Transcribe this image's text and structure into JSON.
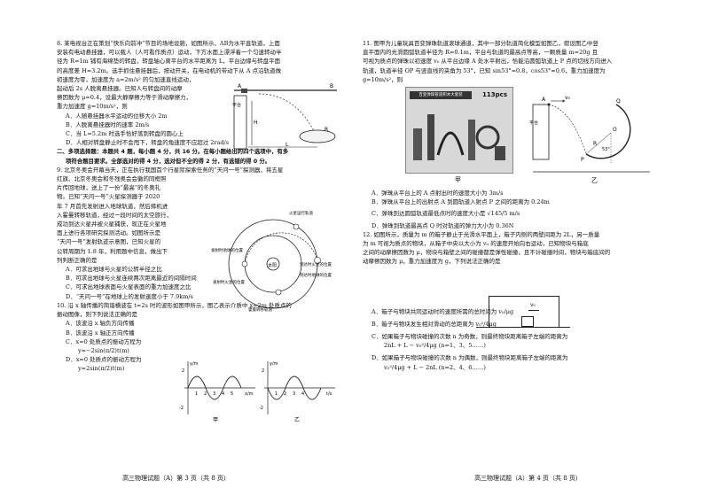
{
  "left": {
    "q8": {
      "num": "8.",
      "lines": [
        "某电视台正在策划“快乐向前冲”节目的场地设施，如图所示，AB为水平直轨道，上面",
        "安装有电动悬挂器，可以载人（人可看作质点）运动，下方水面上漂浮着一个匀速转动半",
        "径为 R=1m 铺有海绵垫的转盘，转盘轴心离平台的水平距离为 L，平台边缘与转盘平面",
        "的高度差 H=3.2m。选手抓住悬挂器后，按动开关，在电动机的带动下从 A 点沿轨道做",
        "初速度为零，加速度为 a=2m/s² 的匀加速直线运动，",
        "起动后 2s 人脱离悬挂器。已知人与转盘间的动摩",
        "擦因数为 μ=0.4，设最大静摩擦力等于滑动摩擦力，",
        "重力加速度 g=10m/s²，则"
      ],
      "options": [
        "A．人随悬挂器水平运动的位移大小 2m",
        "B．人脱离悬挂器时的速率 2m/s",
        "C．当 L=5.2m 时选手恰好落到转盘的圆心上",
        "D．人相对转盘静止时不会甩下，转盘的角速度不应超过 2rad/s"
      ],
      "fig_labels": {
        "a": "A",
        "b": "B",
        "h": "H",
        "r": "R",
        "l": "L",
        "plat": "平台"
      }
    },
    "section2": [
      "二、多项选择题：本题共 4 题，每小题 4 分，共 16 分。在每小题给出的四个选项中，有多",
      "项符合题目要求。全部选对的得 4 分，选对但不全的得 2 分，有选错的得 0 分。"
    ],
    "q9": {
      "num": "9.",
      "lines": [
        "北京冬奥会开幕当天，正在执行我国首个行星际探索任务的“天问一号”探测器，将五星",
        "红旗、北京冬奥会和冬残奥会会徽的同框照",
        "片传回地球，送上了一份“最高”的冬奥礼",
        "物。已知“天问一号”火星探测器于 2020",
        "年 7 月首先发射进入地球轨道，然后择机进",
        "入霍曼转移轨道，经过一段时间的太空旅行，",
        "成功到达火星并被火星捕获，现正在火星地",
        "面上进行各项研究探测活动。如图所示是",
        "“天问一号”发射轨迹示意图，已知火星的",
        "公转周期为 1.8 年，利用题中信息，做出下",
        "列判断正确的是"
      ],
      "options": [
        "A．可求出地球与火星的公转半径之比",
        "B．可求出地球与火星连续两次距离最近的间隔时间",
        "C．可求出地球表面与火星表面的重力加速度之比",
        "D．“天问一号”在地球上的发射速度小于 7.9km/s"
      ],
      "fig_labels": {
        "mars_orbit": "火星运行轨道",
        "hohmann": "霍曼转移轨道",
        "sun": "太阳",
        "mars_arrive": "到达时火星的位置",
        "earth_launch": "发射时地球的位置",
        "mars_launch": "发射时火星的位置",
        "earth_arrive": "到达时地球的位置"
      }
    },
    "q10": {
      "num": "10.",
      "lines": [
        "沿 x 轴传播的简谐横波在 t=2s 时的波形如图甲所示，图乙表示介质中 x=2m 处质点的",
        "振动图像，则下列说法正确的是"
      ],
      "options": [
        "A．该波沿 x 轴负方向传播",
        "B．该波沿 x 轴正方向传播",
        "C．x=0 处质点的振动方程为",
        "y=−2sin(π/2)t(m)",
        "D．x=0 处质点的振动方程为",
        "y=2sin(π/2)t(m)"
      ],
      "graph_a": {
        "ylabel": "y/m",
        "xlabel": "x/m",
        "amp": "2",
        "neg": "-2",
        "ticks": [
          "1",
          "2",
          "3",
          "4",
          "5"
        ],
        "caption": "甲"
      },
      "graph_b": {
        "ylabel": "y/m",
        "xlabel": "t/s",
        "amp": "2",
        "neg": "-2",
        "ticks": [
          "1",
          "2",
          "3",
          "4"
        ],
        "caption": "乙"
      }
    },
    "footer": "高三物理试题（A）第 3 页（共 8 页）"
  },
  "right": {
    "q11": {
      "num": "11.",
      "lines": [
        "图甲为儿童玩具百变弹珠轨道滚球通道，其中一部分轨道简化模型如图乙，假设图乙中竖",
        "直平面内的光滑圆弧轨道半径为 R=0.1m，平台与轨道的最高点等高，一颗质量 m=20g 且",
        "可视为质点的弹珠以初速度 v₀ 从平台边缘 A 处水平射出，恰能沿圆弧轨道上 P 点的切线方向进入",
        "轨道，轨道半径 OP 与竖直线的夹角为 53°，已知 sin53°=0.8，cos53°=0.6，重力加速度为",
        "g=10m/s²，则"
      ],
      "options": [
        "A．弹珠从平台上的 A 点射出时的速度大小为 3m/s",
        "B．弹珠从平台上的出射点 A 到圆轨道入射点 P 之间的距离为 0.24m",
        "C．弹珠到达圆弧轨道最低点时的速度大小是 √145/5 m/s",
        "D．弹珠到轨道最高点 Q 时对轨道的弹力大小为 0.36N"
      ],
      "photo_caption": "甲",
      "diag_caption": "乙",
      "photo_title": "百变弹珠管道积木大套装",
      "photo_badge": "113pcs",
      "diag_labels": {
        "a": "A",
        "v0": "v₀",
        "plat": "平台",
        "q": "Q",
        "o": "O",
        "r": "R",
        "p": "P",
        "ang": "53°"
      }
    },
    "q12": {
      "num": "12.",
      "lines": [
        "如图所示，质量为 m 的箱子静止于光滑水平面上，箱子内侧的两壁间距为 2L，另一质量",
        "为 m 可视为质点的物块，从箱子中央以大小为 v₀ 的速度开始向右运动，已知物块与箱底",
        "之间的动摩擦因数为 μ，物块与箱壁之间的碰撞都是弹性碰撞，且不计碰撞时间，物块与箱底间的",
        "动摩擦因数为 μ，重力加速度为 g，下列说法正确的是"
      ],
      "options": [
        "A．箱子与物块共同运动时的速度所需的总时间为 v₀/μg",
        "B．箱子与物块发生相对滑动的总距离为 v₀²/4μg",
        "C．如果箱子与物块碰撞的次数 n 为奇数，则最终物块距离箱子左端的距离为",
        "2nL + L − v₀²/4μg  (n=1、3、5……)",
        "D．如果箱子与物块碰撞的次数 n 为偶数，则最终物块距离箱子左端的距离为",
        "v₀²/4μg + L − 2nL  (n=2、4、6……)"
      ],
      "box_v0": "v₀"
    },
    "footer": "高三物理试题（A）第 4 页（共 8 页）"
  }
}
